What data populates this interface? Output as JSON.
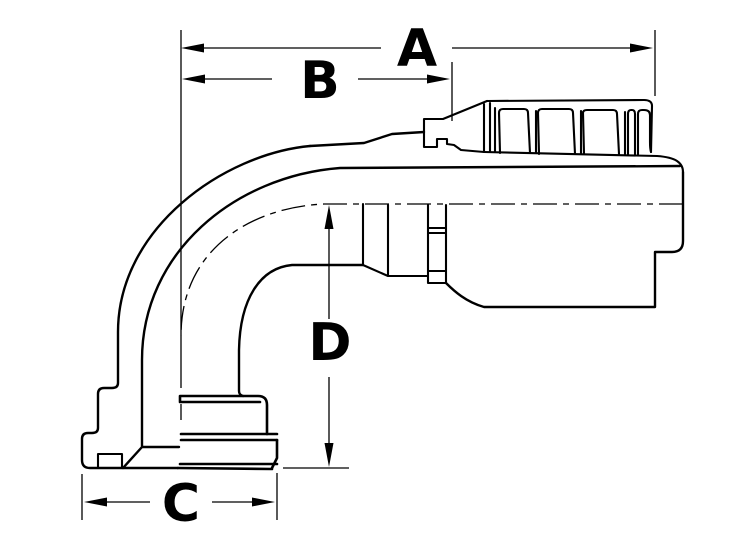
{
  "drawing": {
    "background": "#ffffff",
    "line_color": "#000000",
    "dimensions": {
      "a": {
        "label": "A"
      },
      "b": {
        "label": "B"
      },
      "c": {
        "label": "C"
      },
      "d": {
        "label": "D"
      }
    }
  }
}
